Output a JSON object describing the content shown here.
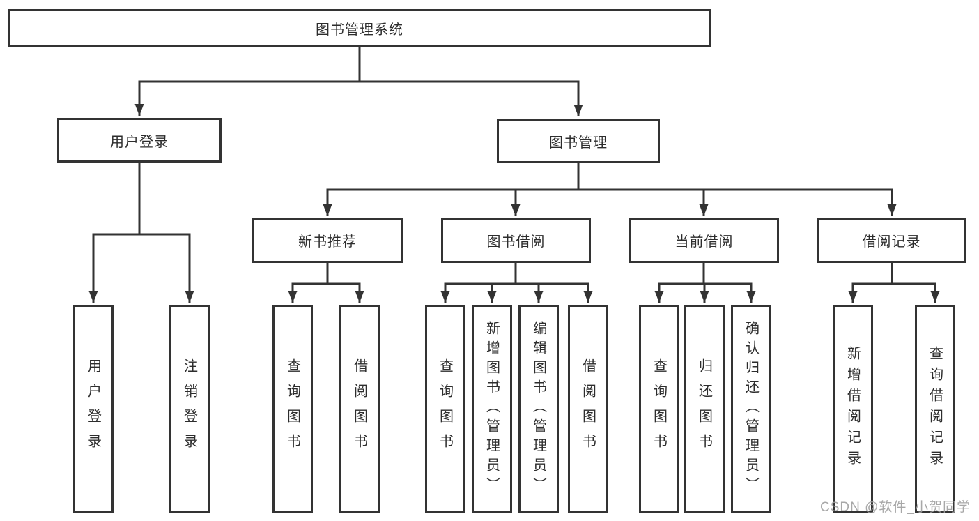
{
  "tree": {
    "root": "图书管理系统",
    "level2": [
      "用户登录",
      "图书管理"
    ],
    "level3": [
      "新书推荐",
      "图书借阅",
      "当前借阅",
      "借阅记录"
    ],
    "leaves": {
      "user": [
        "用户登录",
        "注销登录"
      ],
      "newbook": [
        "查询图书",
        "借阅图书"
      ],
      "borrow": [
        "查询图书",
        "新增图书（管理员）",
        "编辑图书（管理员）",
        "借阅图书"
      ],
      "current": [
        "查询图书",
        "归还图书",
        "确认归还（管理员）"
      ],
      "records": [
        "新增借阅记录",
        "查询借阅记录"
      ]
    }
  },
  "watermark": {
    "text": "CSDN @软件_小贺同学"
  },
  "colors": {
    "line": "#333333",
    "box_border": "#333333",
    "box_fill": "#ffffff",
    "text": "#2d2d2d",
    "watermark": "#9e9e9e"
  }
}
